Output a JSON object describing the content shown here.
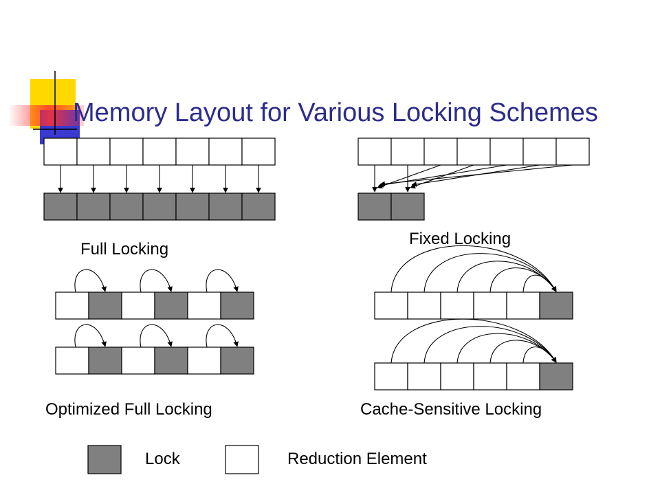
{
  "slide": {
    "title": "Memory Layout for Various Locking Schemes"
  },
  "captions": {
    "full_locking": "Full Locking",
    "fixed_locking": "Fixed Locking",
    "optimized_full_locking": "Optimized Full Locking",
    "cache_sensitive_locking": "Cache-Sensitive Locking"
  },
  "legend": {
    "lock_label": "Lock",
    "reduction_label": "Reduction Element"
  },
  "colors": {
    "title": "#2c2c8c",
    "lock_fill": "#808080",
    "element_fill": "#ffffff",
    "deco_yellow": "#ffd800",
    "deco_blue": "#3a3ad0",
    "deco_red": "#ff3030"
  }
}
